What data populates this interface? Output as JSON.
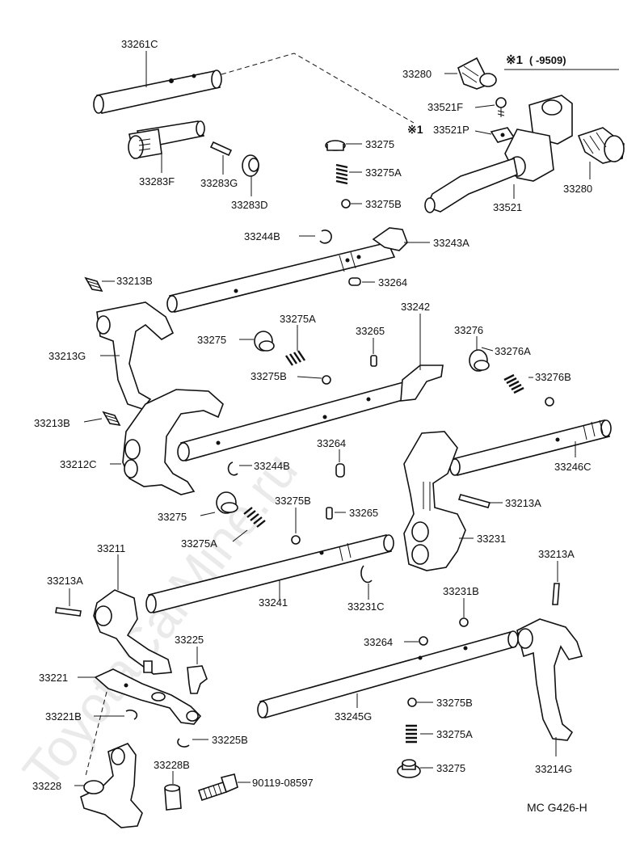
{
  "header": {
    "note_mark": "※1",
    "note_range": "(      -9509)"
  },
  "footer": {
    "code": "MC  G426-H"
  },
  "watermark": "ToyotaCarMine.ru",
  "labels": {
    "l33261C": "33261C",
    "l33283F": "33283F",
    "l33283G": "33283G",
    "l33283D": "33283D",
    "l33280a": "33280",
    "l33521F": "33521F",
    "l33521P": "33521P",
    "l33521P_mark": "※1",
    "l33280b": "33280",
    "l33521": "33521",
    "l33275a": "33275",
    "l33275A_a": "33275A",
    "l33275B_a": "33275B",
    "l33244B_a": "33244B",
    "l33243A": "33243A",
    "l33213B_a": "33213B",
    "l33264_a": "33264",
    "l33213G": "33213G",
    "l33275b": "33275",
    "l33275A_b": "33275A",
    "l33275B_b": "33275B",
    "l33265_a": "33265",
    "l33242": "33242",
    "l33276": "33276",
    "l33276A": "33276A",
    "l33276B": "33276B",
    "l33213B_b": "33213B",
    "l33212C": "33212C",
    "l33264_b": "33264",
    "l33244B_b": "33244B",
    "l33246C": "33246C",
    "l33275c": "33275",
    "l33275B_c": "33275B",
    "l33265_b": "33265",
    "l33213A_a": "33213A",
    "l33275A_c": "33275A",
    "l33231": "33231",
    "l33211": "33211",
    "l33213A_b": "33213A",
    "l33241": "33241",
    "l33231C": "33231C",
    "l33231B": "33231B",
    "l33213A_c": "33213A",
    "l33225": "33225",
    "l33264_c": "33264",
    "l33221": "33221",
    "l33245G": "33245G",
    "l33221B": "33221B",
    "l33275B_d": "33275B",
    "l33275A_d": "33275A",
    "l33225B": "33225B",
    "l33228B": "33228B",
    "l33275d": "33275",
    "l33214G": "33214G",
    "l33228": "33228",
    "l90119": "90119-08597"
  }
}
